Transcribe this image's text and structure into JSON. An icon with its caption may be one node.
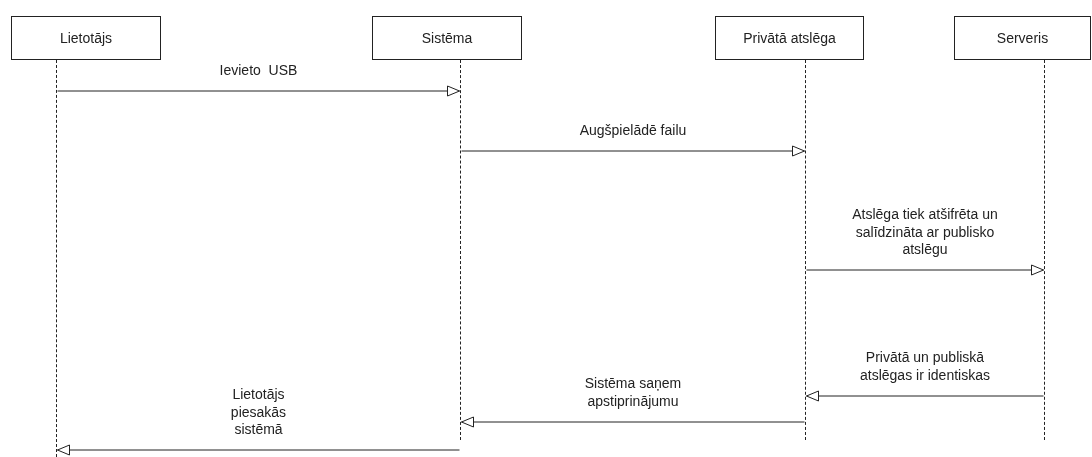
{
  "diagram": {
    "nodes": [
      {
        "text": [
          "Lietotājs"
        ]
      },
      {
        "text": [
          "Sistēma"
        ]
      },
      {
        "text": [
          "Privātā atslēga"
        ]
      },
      {
        "text": [
          "Serveris"
        ]
      },
      {
        "text": [],
        "shape": "line"
      },
      {
        "text": [],
        "shape": "line"
      },
      {
        "text": [],
        "shape": "line"
      },
      {
        "text": [],
        "shape": "line"
      }
    ],
    "edges": [
      {
        "from": 4,
        "to": 5,
        "arrow": "to",
        "label": "Ievieto  USB"
      },
      {
        "from": 5,
        "to": 6,
        "arrow": "to",
        "label": "Augšpielādē failu"
      },
      {
        "from": 6,
        "to": 7,
        "arrow": "to",
        "label": "Atslēga tiek atšifrēta un salīdzināta ar publisko atslēgu"
      },
      {
        "from": 7,
        "to": 6,
        "arrow": "to",
        "label": "Privātā un publiskā atslēgas ir identiskas"
      },
      {
        "from": 6,
        "to": 5,
        "arrow": "to",
        "label": "Sistēma saņem apstiprinājumu"
      },
      {
        "from": 5,
        "to": 4,
        "arrow": "to",
        "label": "Lietotājs piesakās sistēmā"
      }
    ]
  }
}
